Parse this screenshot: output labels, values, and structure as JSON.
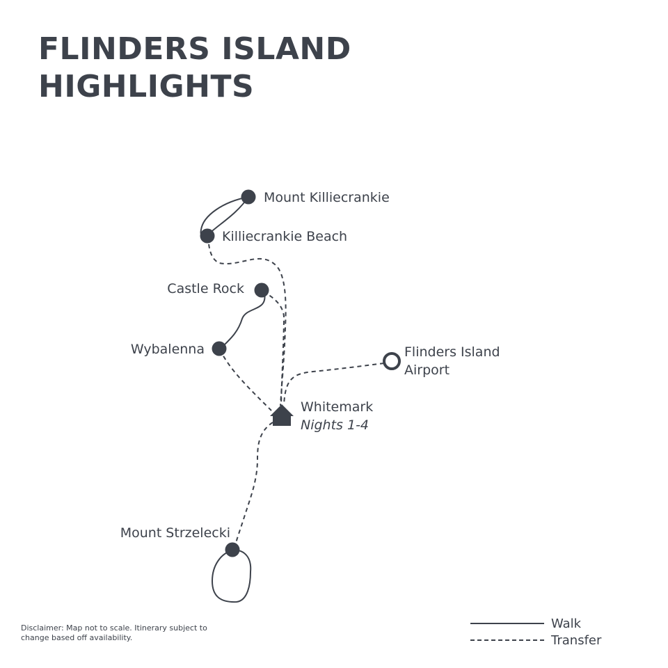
{
  "title": {
    "line1": "FLINDERS ISLAND",
    "line2": "HIGHLIGHTS"
  },
  "colors": {
    "ink": "#3d424b",
    "background": "#ffffff"
  },
  "places": {
    "mount_killiecrankie": {
      "label": "Mount Killiecrankie",
      "marker": "filled-dot"
    },
    "killiecrankie_beach": {
      "label": "Killiecrankie Beach",
      "marker": "filled-dot"
    },
    "castle_rock": {
      "label": "Castle Rock",
      "marker": "filled-dot"
    },
    "wybalenna": {
      "label": "Wybalenna",
      "marker": "filled-dot"
    },
    "airport": {
      "label_line1": "Flinders Island",
      "label_line2": "Airport",
      "marker": "ring"
    },
    "whitemark": {
      "label": "Whitemark",
      "sublabel": "Nights 1-4",
      "marker": "home-icon"
    },
    "mount_strzelecki": {
      "label": "Mount Strzelecki",
      "marker": "filled-dot"
    }
  },
  "disclaimer": "Disclaimer: Map not to scale. Itinerary subject to change based off availability.",
  "legend": {
    "walk": "Walk",
    "transfer": "Transfer"
  }
}
